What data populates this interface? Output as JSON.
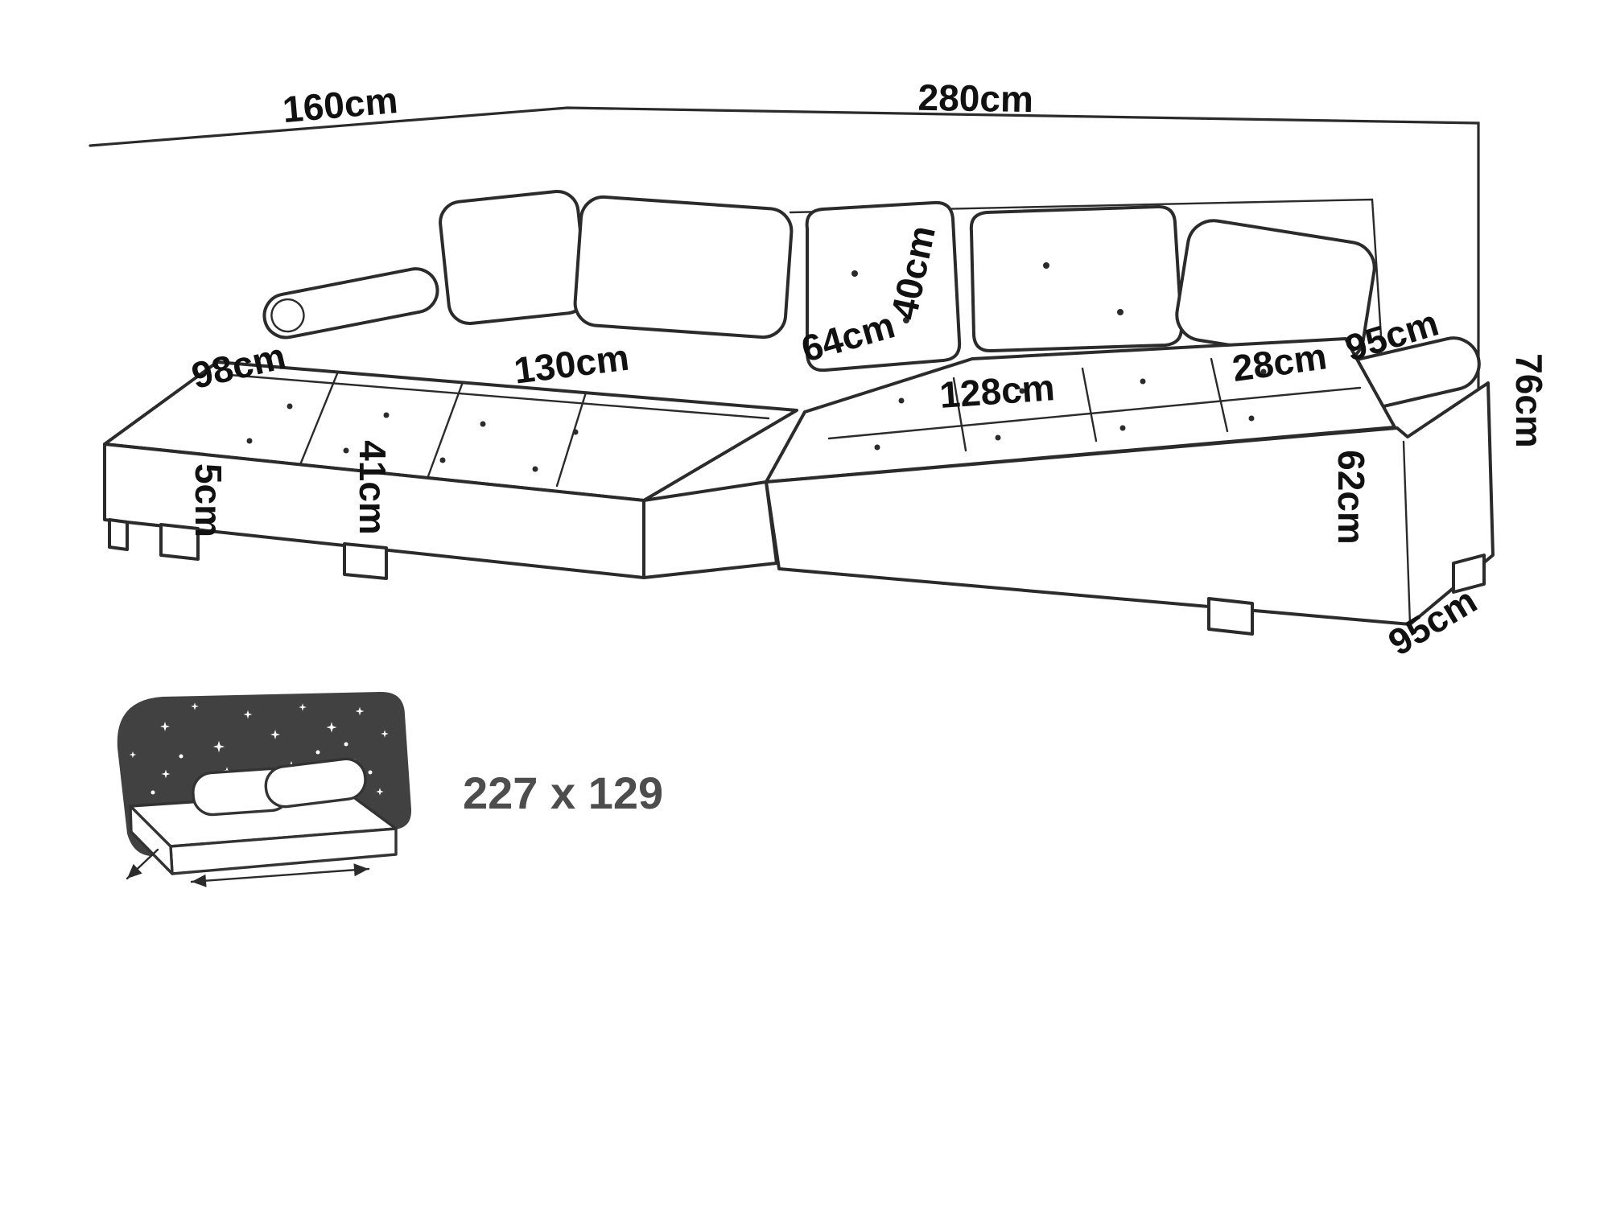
{
  "page": {
    "colors": {
      "background": "#ffffff",
      "line": "#2b2b2b",
      "label": "#111111",
      "icon-dark": "#414141",
      "sleep-label": "#4d4d4d"
    }
  },
  "diagram": {
    "wall": {
      "left_width": "160cm",
      "back_width": "280cm",
      "height": "76cm"
    },
    "chaise": {
      "length": "130cm",
      "width": "98cm",
      "front_height": "41cm",
      "leg_height": "5cm"
    },
    "seat": {
      "width": "128cm",
      "depth": "64cm",
      "back_cushion_height": "40cm"
    },
    "arm": {
      "top_width": "28cm",
      "top_depth": "95cm",
      "front_height": "62cm",
      "side_depth": "95cm"
    }
  },
  "sleeping": {
    "size_label": "227 x 129",
    "icon": "sofa-bed-sleeping-icon"
  }
}
